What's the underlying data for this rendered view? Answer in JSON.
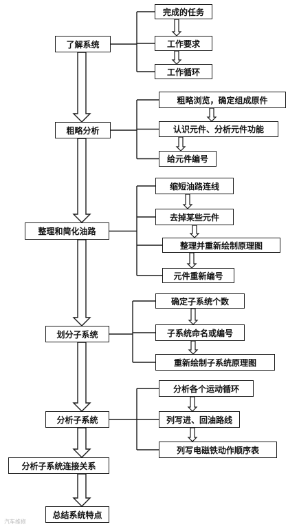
{
  "main_steps": [
    {
      "id": "s1",
      "label": "了解系统"
    },
    {
      "id": "s2",
      "label": "粗略分析"
    },
    {
      "id": "s3",
      "label": "整理和简化油路"
    },
    {
      "id": "s4",
      "label": "划分子系统"
    },
    {
      "id": "s5",
      "label": "分析子系统"
    },
    {
      "id": "s6",
      "label": "分析子系统连接关系"
    },
    {
      "id": "s7",
      "label": "总结系统特点"
    }
  ],
  "groups": [
    {
      "parent": "s1",
      "items": [
        "完成的任务",
        "工作要求",
        "工作循环"
      ]
    },
    {
      "parent": "s2",
      "items": [
        "粗略浏览，确定组成原件",
        "认识元件、分析元件功能",
        "给元件编号"
      ]
    },
    {
      "parent": "s3",
      "items": [
        "缩短油路连线",
        "去掉某些元件",
        "整理并重新绘制原理图",
        "元件重新编号"
      ]
    },
    {
      "parent": "s4",
      "items": [
        "确定子系统个数",
        "子系统命名或编号",
        "重新绘制子系统原理图"
      ]
    },
    {
      "parent": "s5",
      "items": [
        "分析各个运动循环",
        "列写进、回油路线",
        "列写电磁铁动作顺序表"
      ]
    }
  ],
  "watermark": "汽车维修"
}
